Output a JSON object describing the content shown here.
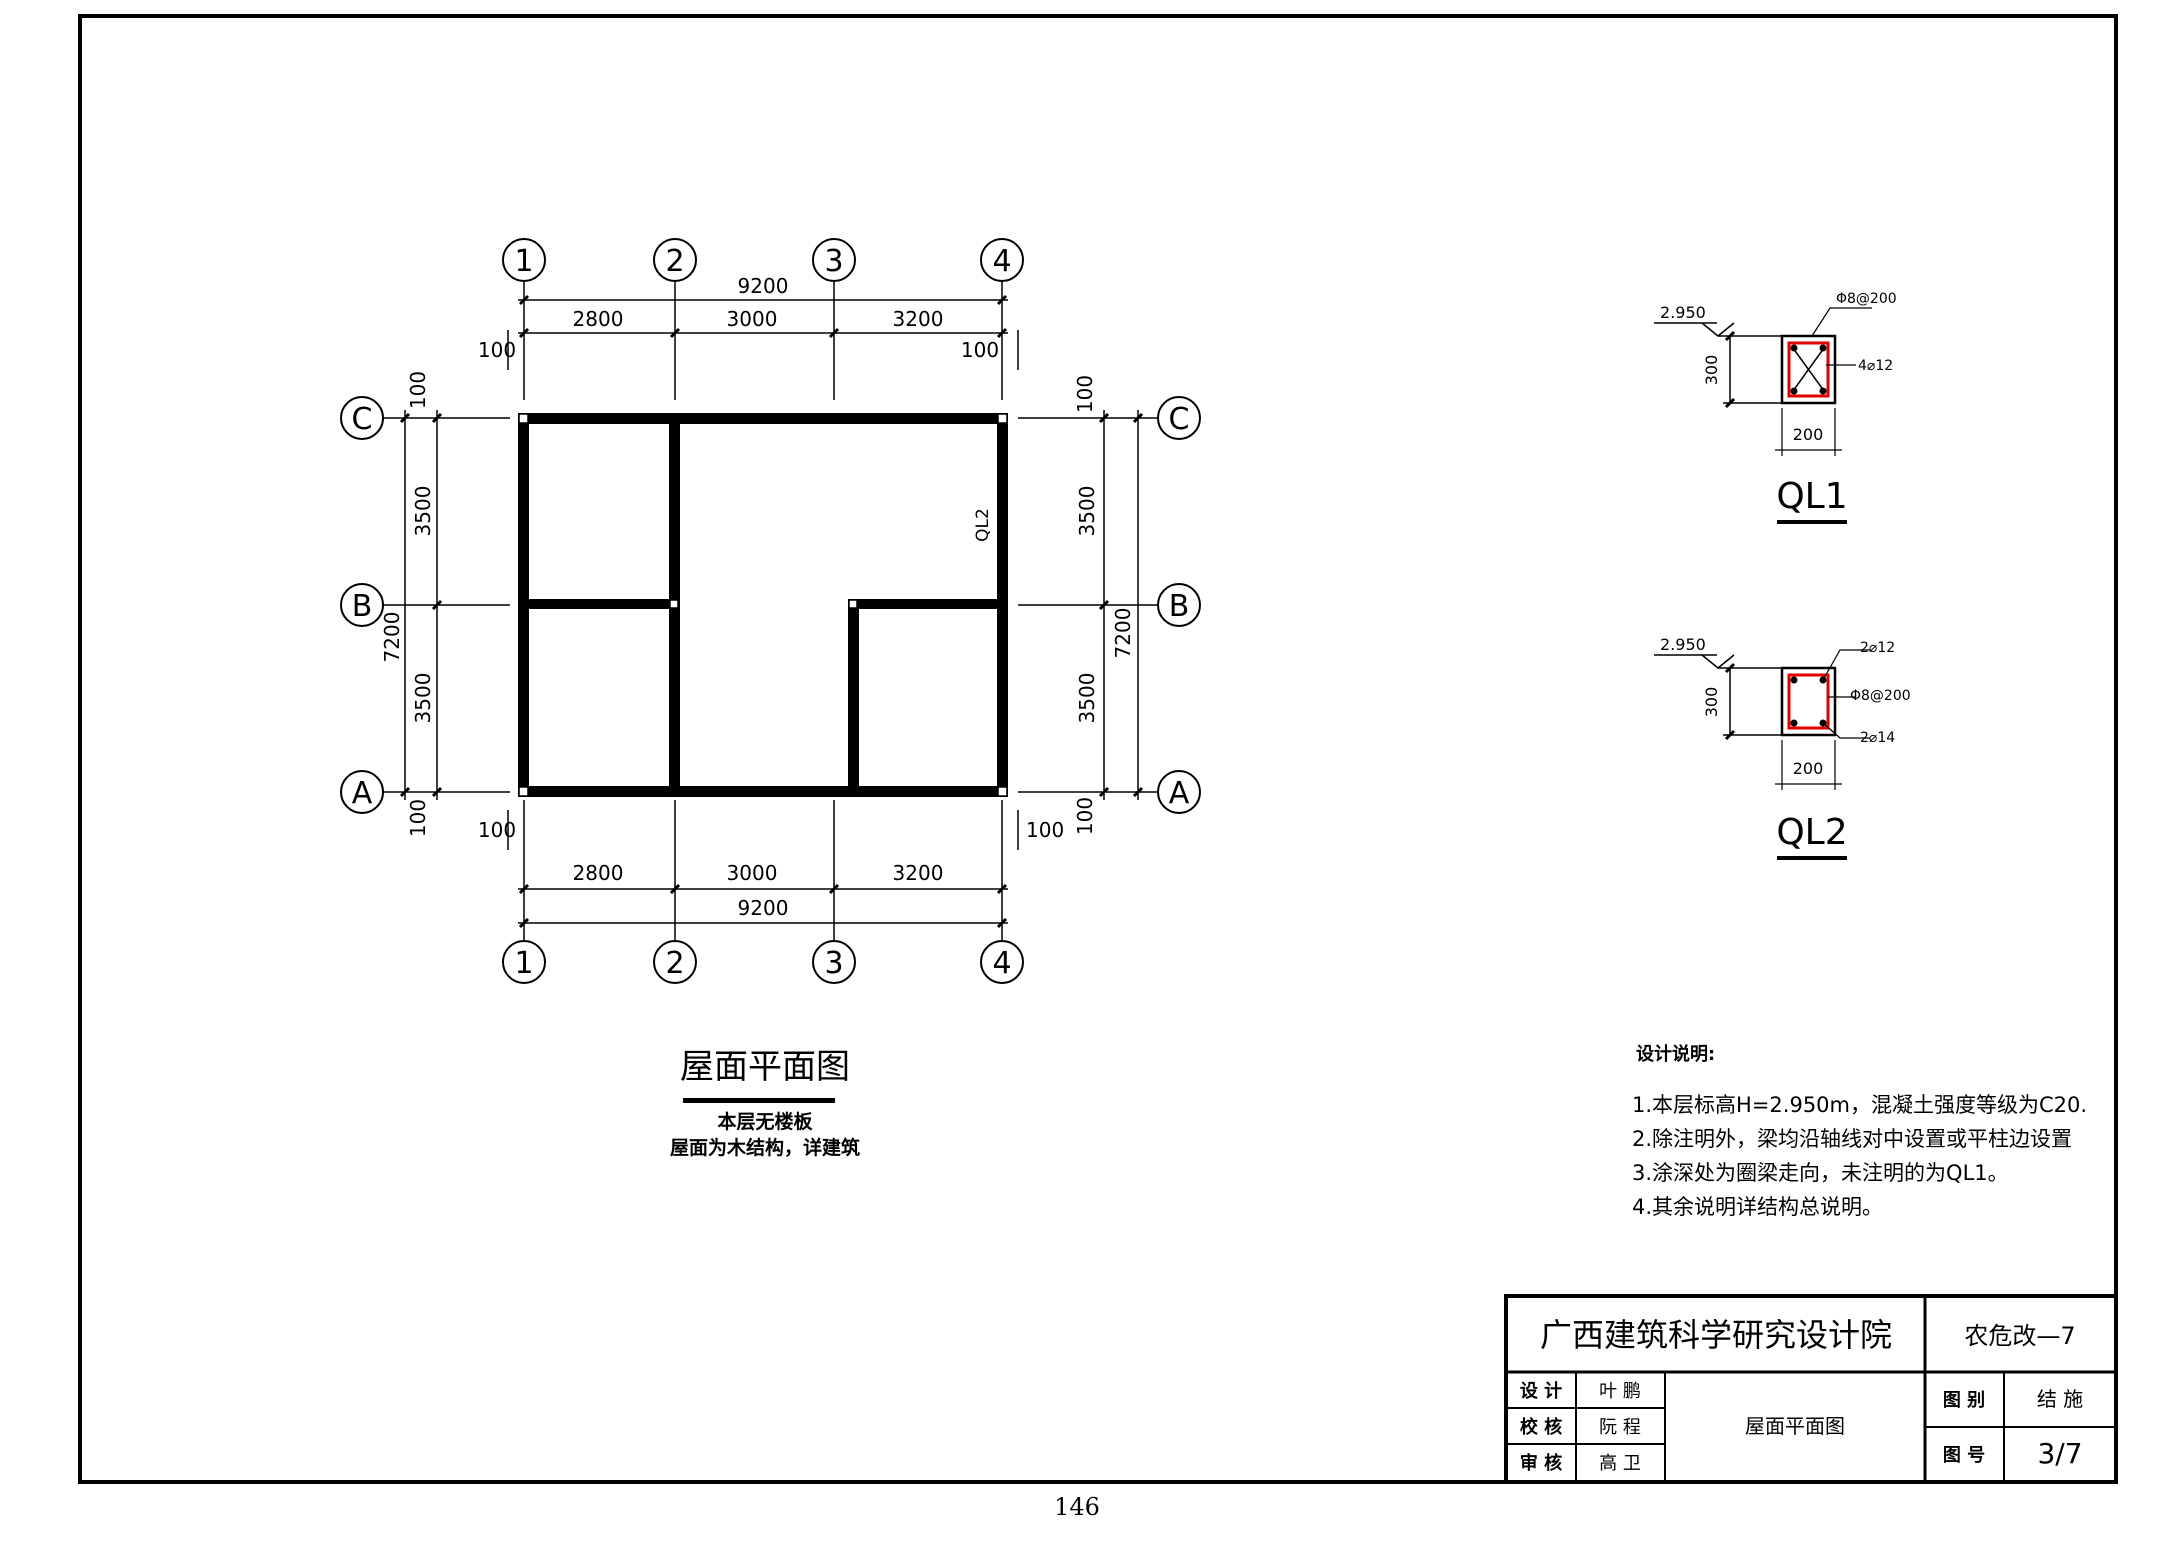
{
  "grid": {
    "col_labels": [
      "1",
      "2",
      "3",
      "4"
    ],
    "row_labels": [
      "C",
      "B",
      "A"
    ]
  },
  "dims": {
    "total_x": "9200",
    "span_x": [
      "2800",
      "3000",
      "3200"
    ],
    "edge_offset": "100",
    "total_y": "7200",
    "span_y": [
      "3500",
      "3500"
    ]
  },
  "beam_label_ql2": "QL2",
  "plan": {
    "title": "屋面平面图",
    "note_line1": "本层无楼板",
    "note_line2": "屋面为木结构，详建筑"
  },
  "sections": [
    {
      "name": "QL1",
      "elevation": "2.950",
      "height": "300",
      "width": "200",
      "stirrup": "Φ8@200",
      "bars": "4⌀12"
    },
    {
      "name": "QL2",
      "elevation": "2.950",
      "height": "300",
      "width": "200",
      "top_bars": "2⌀12",
      "stirrup": "Φ8@200",
      "bottom_bars": "2⌀14"
    }
  ],
  "notes": {
    "heading": "设计说明:",
    "items": [
      "1.本层标高H=2.950m，混凝土强度等级为C20.",
      "2.除注明外，梁均沿轴线对中设置或平柱边设置",
      "3.涂深处为圈梁走向，未注明的为QL1。",
      "4.其余说明详结构总说明。"
    ]
  },
  "title_block": {
    "institute": "广西建筑科学研究设计院",
    "project_code": "农危改—7",
    "design_label": "设 计",
    "design_name": "叶 鹏",
    "check_label": "校 核",
    "check_name": "阮 程",
    "review_label": "审 核",
    "review_name": "高 卫",
    "drawing_name": "屋面平面图",
    "category_label": "图 别",
    "category_value": "结 施",
    "number_label": "图 号",
    "number_value": "3/7"
  },
  "page_number": "146"
}
